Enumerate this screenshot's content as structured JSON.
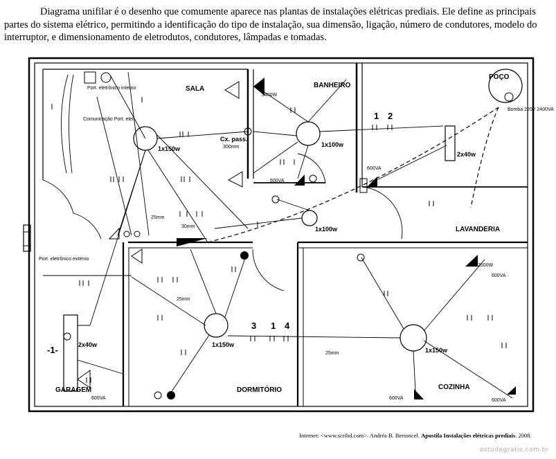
{
  "intro": "Diagrama unifilar é o desenho que comumente aparece nas plantas de instalações elétricas prediais. Ele define as principais partes do sistema elétrico, permitindo a identificação do tipo de instalação, sua dimensão, ligação, número de condutores, modelo do interruptor, e dimensionamento de eletrodutos, condutores, lâmpadas e tomadas.",
  "rooms": {
    "sala": "SALA",
    "banheiro": "BANHEIRO",
    "poco": "POÇO",
    "lavanderia": "LAVANDERIA",
    "garagem": "GARAGEM",
    "dormitorio": "DORMITÓRIO",
    "cozinha": "COZINHA"
  },
  "labels": {
    "port_interno": "Port. eletrônico interno",
    "comunicacao": "Comunicação Port. elet.",
    "port_externo": "Port. eletrônico externo",
    "cx_pass": "Cx. pass.",
    "cx_pass_size": "300mm",
    "bomba": "Bomba 220V 2400VA",
    "lamp_b": "1x150w",
    "lamp_d": "1x100w",
    "lamp_g": "2x40w",
    "lamp_e": "1x100w",
    "lamp_a": "2x40w",
    "lamp_c": "1x150w",
    "lamp_f": "1x150w",
    "w3400": "3400W",
    "w2500": "2500W",
    "va600": "600VA",
    "mm25": "25mm",
    "mm30": "30mm",
    "minus1": "-1-",
    "big_nums": [
      "1",
      "2",
      "3",
      "1",
      "4"
    ]
  },
  "credit": {
    "prefix": "Internet: <www.scribd.com>. Andréa B. Bertoncel.",
    "title": "Apostila Instalações elétricas prediais",
    "suffix": ". 2008."
  },
  "watermark": "estudegratis.com.br"
}
